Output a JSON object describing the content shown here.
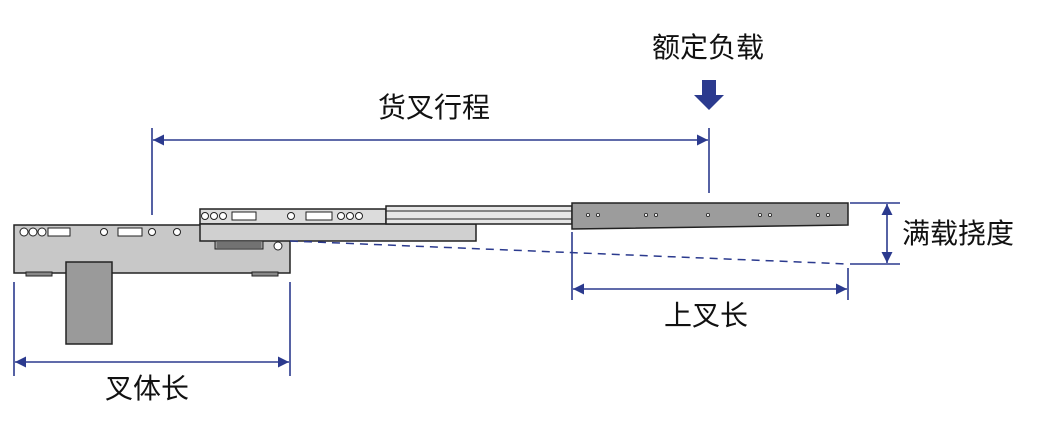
{
  "labels": {
    "rated_load": "额定负载",
    "fork_travel": "货叉行程",
    "full_load_deflection": "满载挠度",
    "upper_fork_length": "上叉长",
    "fork_body_length": "叉体长"
  },
  "colors": {
    "dimension_line": "#2b3a8e",
    "arrow": "#2b3a8e",
    "body_fill": "#c8c8c8",
    "middle_fill": "#d6d6d6",
    "top_fork_fill": "#9a9a9a",
    "outline": "#222222",
    "background": "#ffffff"
  },
  "icons": {
    "load_arrow": "down-arrow-icon"
  }
}
